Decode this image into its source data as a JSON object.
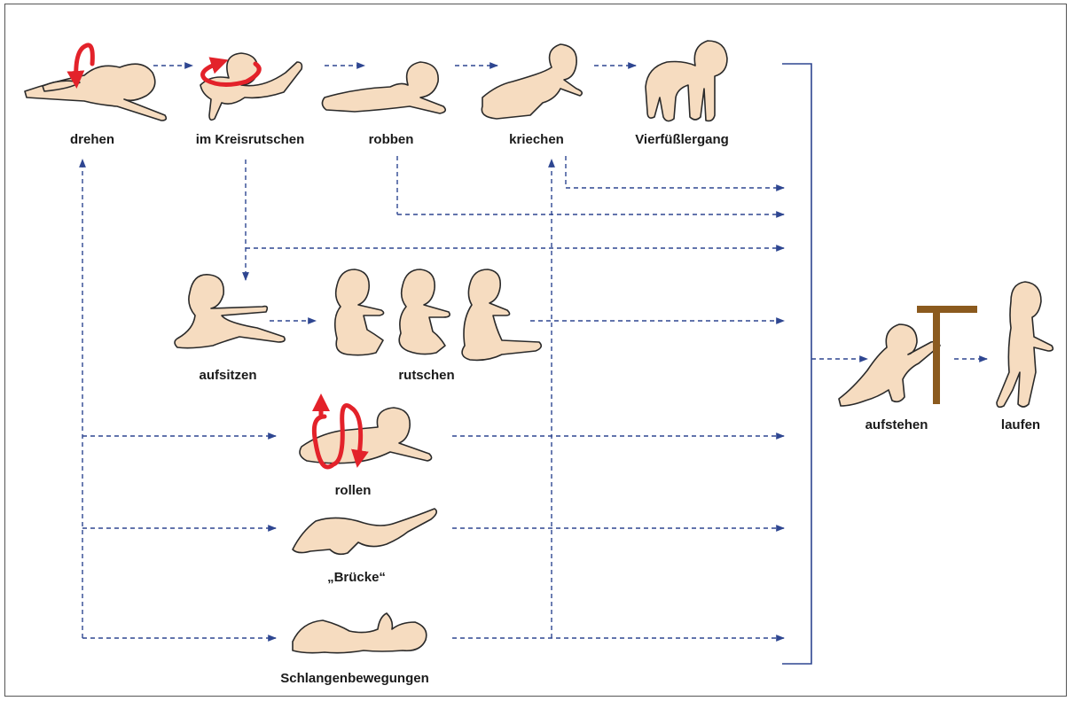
{
  "colors": {
    "arrow": "#2e4691",
    "rotation": "#e3222a",
    "skin": "#f6dcc0",
    "table": "#8b5a1e"
  },
  "labels": {
    "drehen": "drehen",
    "kreisrutschen": "im Kreisrutschen",
    "robben": "robben",
    "kriechen": "kriechen",
    "vierfuessler": "Vierfüßlergang",
    "aufsitzen": "aufsitzen",
    "rutschen": "rutschen",
    "rollen": "rollen",
    "bruecke": "„Brücke“",
    "schlangen": "Schlangenbewegungen",
    "aufstehen": "aufstehen",
    "laufen": "laufen"
  }
}
